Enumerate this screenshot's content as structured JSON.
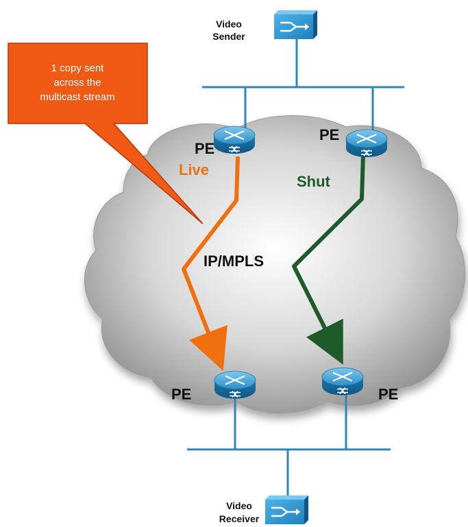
{
  "video_sender": {
    "label_line1": "Video",
    "label_line2": "Sender",
    "icon": "video-switch-icon"
  },
  "video_receiver": {
    "label_line1": "Video",
    "label_line2": "Receiver",
    "icon": "video-switch-icon"
  },
  "callout": {
    "line1": "1 copy sent",
    "line2": "across the",
    "line3": "multicast stream",
    "fill_color": "#f05a14"
  },
  "cloud": {
    "label": "IP/MPLS"
  },
  "routers": {
    "top_left": {
      "label": "PE",
      "icon": "router-icon"
    },
    "top_right": {
      "label": "PE",
      "icon": "router-icon"
    },
    "bottom_left": {
      "label": "PE",
      "icon": "router-icon"
    },
    "bottom_right": {
      "label": "PE",
      "icon": "router-icon"
    }
  },
  "paths": {
    "live": {
      "label": "Live",
      "color": "#f07010"
    },
    "shut": {
      "label": "Shut",
      "color": "#1f5a2a"
    }
  },
  "colors": {
    "device_blue": "#2f8fc6",
    "link_blue": "#2f86b5"
  }
}
